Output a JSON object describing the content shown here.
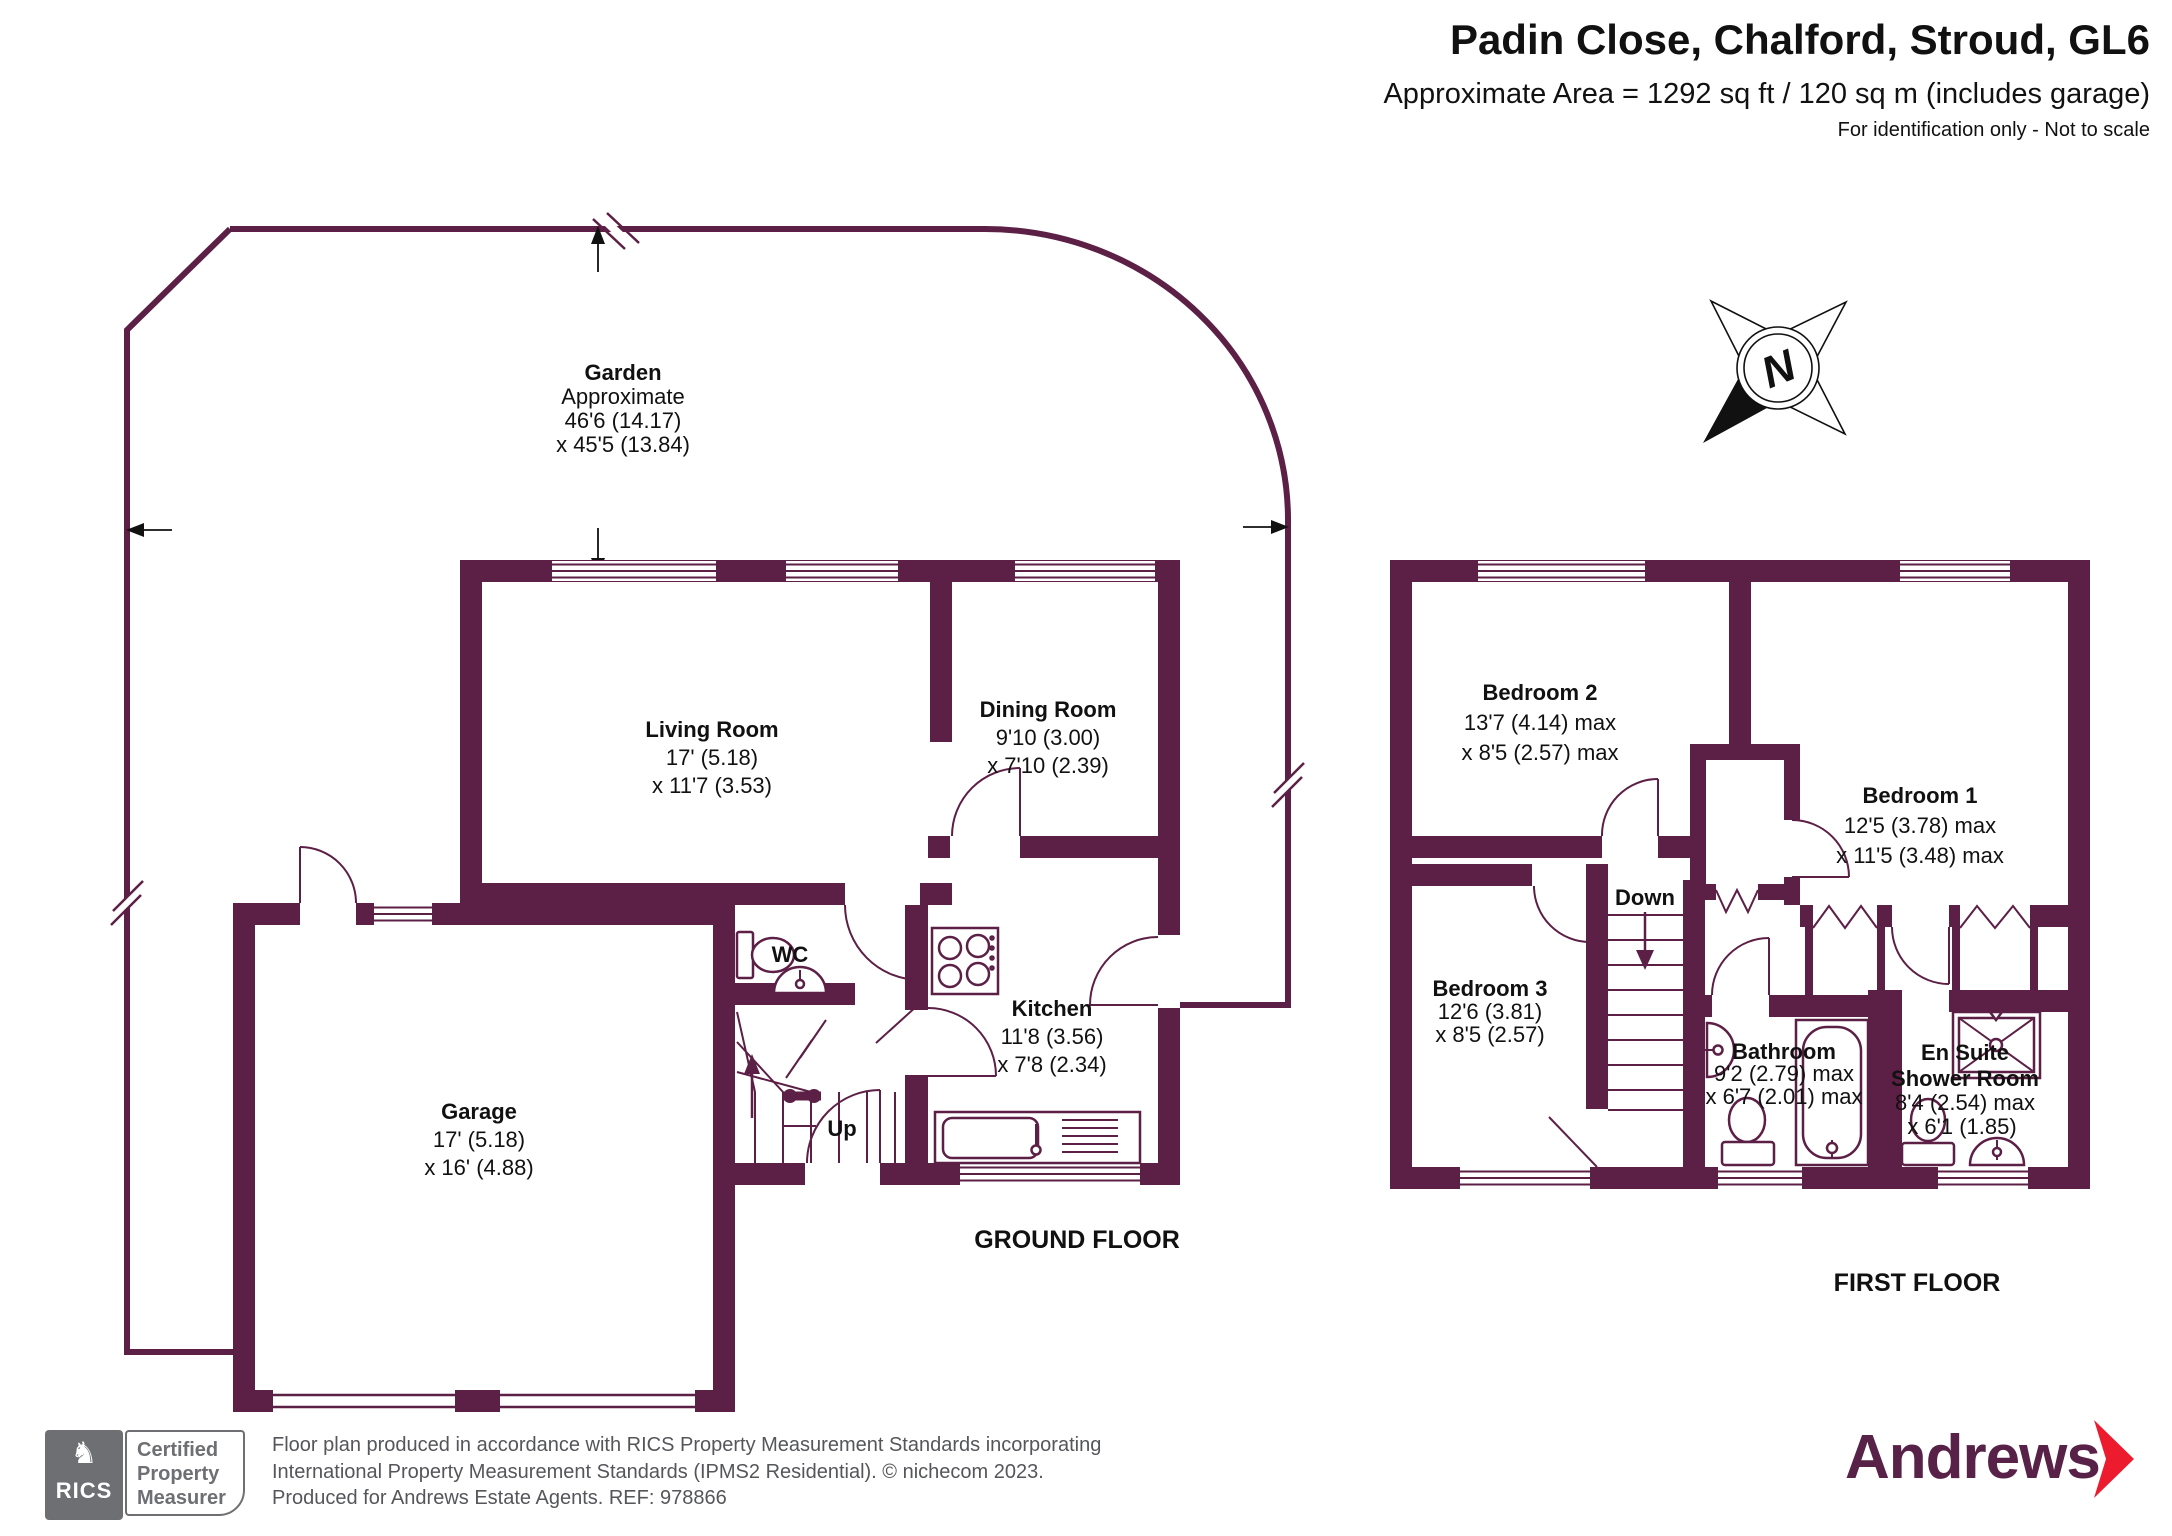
{
  "header": {
    "title": "Padin Close, Chalford, Stroud, GL6",
    "area": "Approximate Area = 1292 sq ft / 120 sq m (includes garage)",
    "note": "For identification only - Not to scale"
  },
  "compass": {
    "letter": "N"
  },
  "garden": {
    "name": "Garden",
    "line2": "Approximate",
    "dim1": "46'6 (14.17)",
    "dim2": "x 45'5 (13.84)"
  },
  "ground_floor": {
    "label": "GROUND FLOOR",
    "rooms": {
      "living": {
        "name": "Living Room",
        "dim1": "17' (5.18)",
        "dim2": "x 11'7 (3.53)"
      },
      "dining": {
        "name": "Dining Room",
        "dim1": "9'10 (3.00)",
        "dim2": "x 7'10 (2.39)"
      },
      "kitchen": {
        "name": "Kitchen",
        "dim1": "11'8 (3.56)",
        "dim2": "x 7'8 (2.34)"
      },
      "garage": {
        "name": "Garage",
        "dim1": "17' (5.18)",
        "dim2": "x 16' (4.88)"
      },
      "wc": {
        "name": "WC"
      },
      "stairs": {
        "label": "Up"
      }
    }
  },
  "first_floor": {
    "label": "FIRST FLOOR",
    "rooms": {
      "bedroom1": {
        "name": "Bedroom 1",
        "dim1": "12'5 (3.78) max",
        "dim2": "x 11'5 (3.48) max"
      },
      "bedroom2": {
        "name": "Bedroom 2",
        "dim1": "13'7 (4.14) max",
        "dim2": "x 8'5 (2.57) max"
      },
      "bedroom3": {
        "name": "Bedroom 3",
        "dim1": "12'6 (3.81)",
        "dim2": "x 8'5 (2.57)"
      },
      "bathroom": {
        "name": "Bathroom",
        "dim1": "9'2 (2.79) max",
        "dim2": "x 6'7 (2.01) max"
      },
      "ensuite": {
        "name": "En Suite",
        "name2": "Shower Room",
        "dim1": "8'4 (2.54) max",
        "dim2": "x 6'1 (1.85)"
      },
      "stairs": {
        "label": "Down"
      }
    }
  },
  "footer": {
    "rics_badge": {
      "icon": "♞",
      "brand": "RICS",
      "line1": "Certified",
      "line2": "Property",
      "line3": "Measurer"
    },
    "disclaimer": {
      "line1": "Floor plan produced in accordance with RICS Property Measurement Standards incorporating",
      "line2": "International Property Measurement Standards (IPMS2 Residential).   © nichecom 2023.",
      "line3": "Produced for Andrews Estate Agents.   REF:  978866"
    },
    "logo": {
      "brand": "Andrews"
    }
  },
  "colors": {
    "wall": "#5C1F45",
    "andrews_purple": "#582147",
    "andrews_red": "#EC1B2E",
    "rics_gray": "#6E6F72"
  }
}
